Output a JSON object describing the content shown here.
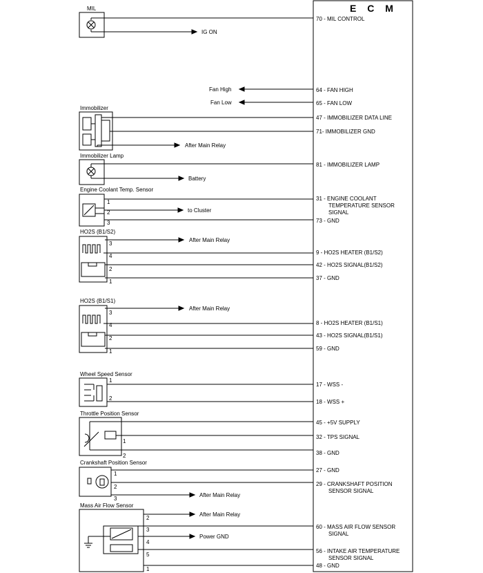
{
  "ecm": {
    "title": "E C M",
    "pins": [
      {
        "n": "70",
        "sep": " - ",
        "label": "MIL CONTROL"
      },
      {
        "n": "64",
        "sep": " - ",
        "label": "FAN HIGH"
      },
      {
        "n": "65",
        "sep": " - ",
        "label": "FAN LOW"
      },
      {
        "n": "47",
        "sep": " - ",
        "label": "IMMOBILIZER DATA LINE"
      },
      {
        "n": "71",
        "sep": "- ",
        "label": "IMMOBILIZER GND"
      },
      {
        "n": "81",
        "sep": " - ",
        "label": "IMMOBILIZER LAMP"
      },
      {
        "n": "31",
        "sep": " - ",
        "label": "ENGINE COOLANT",
        "label2": "TEMPERATURE SENSOR",
        "label3": "SIGNAL"
      },
      {
        "n": "73",
        "sep": " - ",
        "label": "GND"
      },
      {
        "n": "9",
        "sep": " - ",
        "label": "HO2S HEATER (B1/S2)"
      },
      {
        "n": "42",
        "sep": " - ",
        "label": "HO2S SIGNAL(B1/S2)"
      },
      {
        "n": "37",
        "sep": " - ",
        "label": "GND"
      },
      {
        "n": "8",
        "sep": " - ",
        "label": "HO2S HEATER (B1/S1)"
      },
      {
        "n": "43",
        "sep": " - ",
        "label": "HO2S SIGNAL(B1/S1)"
      },
      {
        "n": "59",
        "sep": " - ",
        "label": "GND"
      },
      {
        "n": "17",
        "sep": " - ",
        "label": "WSS -"
      },
      {
        "n": "18",
        "sep": " - ",
        "label": "WSS +"
      },
      {
        "n": "45",
        "sep": " - ",
        "label": "+5V SUPPLY"
      },
      {
        "n": "32",
        "sep": " - ",
        "label": "TPS SIGNAL"
      },
      {
        "n": "38",
        "sep": " - ",
        "label": "GND"
      },
      {
        "n": "27",
        "sep": " - ",
        "label": "GND"
      },
      {
        "n": "29",
        "sep": " - ",
        "label": "CRANKSHAFT POSITION",
        "label2": "SENSOR SIGNAL"
      },
      {
        "n": "60",
        "sep": " - ",
        "label": "MASS AIR FLOW SENSOR",
        "label2": "SIGNAL"
      },
      {
        "n": "56",
        "sep": " - ",
        "label": "INTAKE AIR TEMPERATURE",
        "label2": "SENSOR SIGNAL"
      },
      {
        "n": "48",
        "sep": " - ",
        "label": "GND"
      }
    ]
  },
  "components": {
    "mil": "MIL",
    "immobilizer": "Immobilizer",
    "immobilizer_lamp": "Immobilizer Lamp",
    "ect_sensor": "Engine Coolant Temp. Sensor",
    "ho2s_b1s2": "HO2S (B1/S2)",
    "ho2s_b1s1": "HO2S (B1/S1)",
    "wheel_speed": "Wheel Speed Sensor",
    "tps": "Throttle Position Sensor",
    "ckp": "Crankshaft Position Sensor",
    "maf": "Mass Air Flow Sensor"
  },
  "destinations": {
    "ig_on": "IG ON",
    "fan_high": "Fan  High",
    "fan_low": "Fan Low",
    "after_main_relay": "After Main Relay",
    "battery": "Battery",
    "to_cluster": "to Cluster",
    "power_gnd": "Power GND"
  },
  "terminals": {
    "ect": [
      "1",
      "2",
      "3"
    ],
    "ho2s_b1s2": [
      "3",
      "4",
      "2",
      "1"
    ],
    "ho2s_b1s1": [
      "3",
      "4",
      "2",
      "1"
    ],
    "wss": [
      "1",
      "2"
    ],
    "tps": [
      "1",
      "2"
    ],
    "ckp": [
      "1",
      "2",
      "3"
    ],
    "maf": [
      "2",
      "3",
      "4",
      "5",
      "1"
    ]
  }
}
